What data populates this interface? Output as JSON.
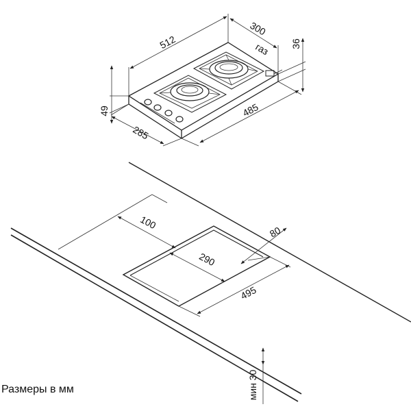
{
  "hob_dimensions": {
    "width": "512",
    "depth": "300",
    "height_right": "36",
    "height_left": "49",
    "front_depth": "285",
    "front_width": "485",
    "gas_label": "газ"
  },
  "cutout_dimensions": {
    "offset_left": "100",
    "offset_back": "80",
    "cut_depth": "290",
    "cut_width": "495",
    "min_thickness": "мин 30"
  },
  "caption": "Размеры в мм"
}
